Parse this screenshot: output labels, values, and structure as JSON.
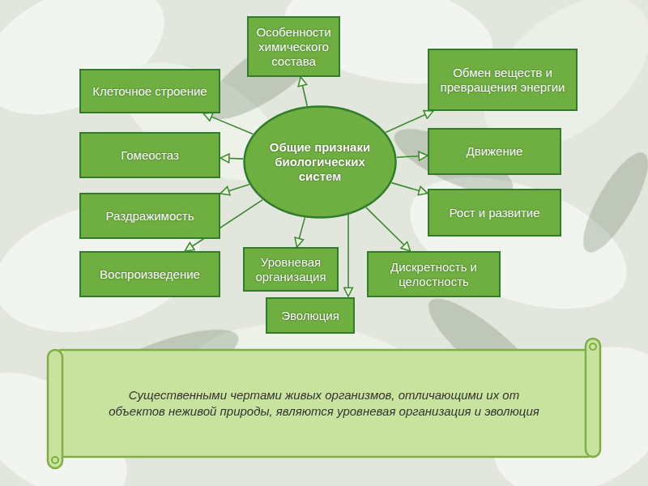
{
  "diagram": {
    "nodes": [
      {
        "text": [
          "Особенности химического состава"
        ]
      },
      {
        "text": [
          "Клеточное строение"
        ]
      },
      {
        "text": [
          "Обмен веществ и превращения энергии"
        ]
      },
      {
        "text": [
          "Общие признаки биологических систем"
        ]
      },
      {
        "text": [
          "Гомеостаз"
        ]
      },
      {
        "text": [
          "Движение"
        ]
      },
      {
        "text": [
          "Раздражимость"
        ]
      },
      {
        "text": [
          "Рост и развитие"
        ]
      },
      {
        "text": [
          "Воспроизведение"
        ]
      },
      {
        "text": [
          "Уровневая организация"
        ]
      },
      {
        "text": [
          "Дискретность и целостность"
        ]
      },
      {
        "text": [
          "Эволюция"
        ]
      },
      {
        "text": [
          "Существенными чертами живых организмов, отличающими их от объектов неживой природы, являются уровневая организация и эволюция"
        ]
      }
    ],
    "edges": [
      {
        "from": 3,
        "to": 0,
        "arrow": "to"
      },
      {
        "from": 3,
        "to": 1,
        "arrow": "to"
      },
      {
        "from": 3,
        "to": 2,
        "arrow": "to"
      },
      {
        "from": 3,
        "to": 4,
        "arrow": "to"
      },
      {
        "from": 3,
        "to": 5,
        "arrow": "to"
      },
      {
        "from": 3,
        "to": 6,
        "arrow": "to"
      },
      {
        "from": 3,
        "to": 7,
        "arrow": "to"
      },
      {
        "from": 3,
        "to": 8,
        "arrow": "to"
      },
      {
        "from": 3,
        "to": 9,
        "arrow": "to"
      },
      {
        "from": 3,
        "to": 10,
        "arrow": "to"
      },
      {
        "from": 3,
        "to": 11,
        "arrow": "to"
      }
    ]
  }
}
